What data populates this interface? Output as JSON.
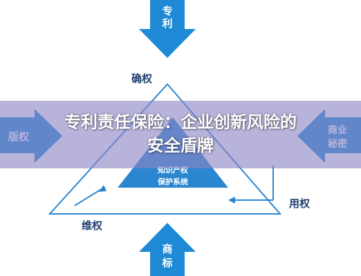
{
  "diagram": {
    "top_arrow_label": [
      "专",
      "利"
    ],
    "bottom_arrow_label": [
      "商",
      "标"
    ],
    "left_arrow_label": "版权",
    "right_arrow_label": [
      "商业",
      "秘密"
    ],
    "apex_label": "确权",
    "bottom_left_label": "维权",
    "bottom_right_label": "用权",
    "center_label": [
      "知识产权",
      "保护系统"
    ]
  },
  "banner": {
    "title_line1": "专利责任保险：企业创新风险的",
    "title_line2": "安全盾牌"
  },
  "colors": {
    "arrow_blue": "#1e8ad6",
    "triangle_blue": "#2a86d1",
    "label_navy": "#1f3f6e",
    "banner_purple": "#8d84c4"
  }
}
